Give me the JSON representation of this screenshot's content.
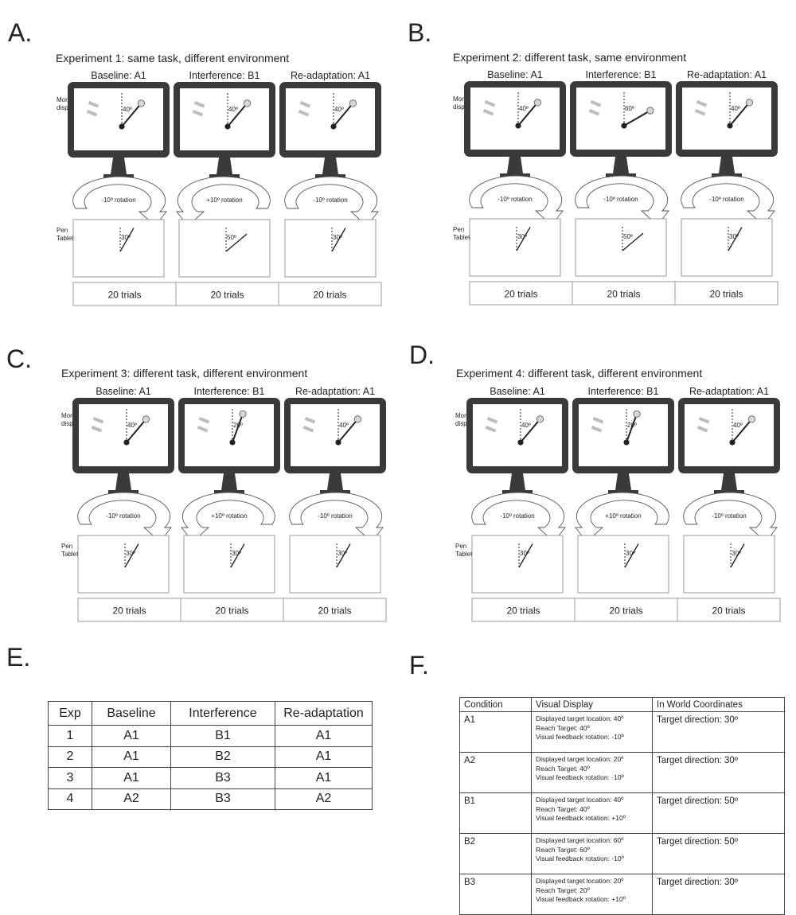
{
  "panels": [
    {
      "label": "A.",
      "title": "Experiment 1: same task, different environment",
      "monitor_label": [
        "Monitor",
        "display"
      ],
      "tablet_label": [
        "Pen",
        "Tablet"
      ],
      "conditions": [
        {
          "name": "Baseline: A1",
          "display_angle_label": "40º",
          "rotation_label": "-10º rotation",
          "tablet_angle_label": "30º",
          "trials_label": "20 trials"
        },
        {
          "name": "Interference: B1",
          "display_angle_label": "40º",
          "rotation_label": "+10º rotation",
          "tablet_angle_label": "50º",
          "trials_label": "20 trials"
        },
        {
          "name": "Re-adaptation: A1",
          "display_angle_label": "40º",
          "rotation_label": "-10º rotation",
          "tablet_angle_label": "30º",
          "trials_label": "20 trials"
        }
      ]
    },
    {
      "label": "B.",
      "title": "Experiment 2: different task, same environment",
      "monitor_label": [
        "Monitor",
        "display"
      ],
      "tablet_label": [
        "Pen",
        "Tablet"
      ],
      "conditions": [
        {
          "name": "Baseline: A1",
          "display_angle_label": "40º",
          "rotation_label": "-10º rotation",
          "tablet_angle_label": "30º",
          "trials_label": "20 trials"
        },
        {
          "name": "Interference: B1",
          "display_angle_label": "60º",
          "rotation_label": "-10º rotation",
          "tablet_angle_label": "50º",
          "trials_label": "20 trials"
        },
        {
          "name": "Re-adaptation: A1",
          "display_angle_label": "40º",
          "rotation_label": "-10º rotation",
          "tablet_angle_label": "30º",
          "trials_label": "20 trials"
        }
      ]
    },
    {
      "label": "C.",
      "title": "Experiment 3: different task, different environment",
      "monitor_label": [
        "Monitor",
        "display"
      ],
      "tablet_label": [
        "Pen",
        "Tablet"
      ],
      "conditions": [
        {
          "name": "Baseline: A1",
          "display_angle_label": "40º",
          "rotation_label": "-10º rotation",
          "tablet_angle_label": "30º",
          "trials_label": "20 trials"
        },
        {
          "name": "Interference: B1",
          "display_angle_label": "20º",
          "rotation_label": "+10º rotation",
          "tablet_angle_label": "30º",
          "trials_label": "20 trials"
        },
        {
          "name": "Re-adaptation: A1",
          "display_angle_label": "40º",
          "rotation_label": "-10º rotation",
          "tablet_angle_label": "30º",
          "trials_label": "20 trials"
        }
      ]
    },
    {
      "label": "D.",
      "title": "Experiment 4: different task, different environment",
      "monitor_label": [
        "Monitor",
        "display"
      ],
      "tablet_label": [
        "Pen",
        "Tablet"
      ],
      "conditions": [
        {
          "name": "Baseline: A1",
          "display_angle_label": "40º",
          "rotation_label": "-10º rotation",
          "tablet_angle_label": "30º",
          "trials_label": "20 trials"
        },
        {
          "name": "Interference: B1",
          "display_angle_label": "20º",
          "rotation_label": "+10º rotation",
          "tablet_angle_label": "30º",
          "trials_label": "20 trials"
        },
        {
          "name": "Re-adaptation: A1",
          "display_angle_label": "40º",
          "rotation_label": "-10º rotation",
          "tablet_angle_label": "30º",
          "trials_label": "20 trials"
        }
      ]
    }
  ],
  "panel_e": {
    "label": "E.",
    "headers": [
      "Exp",
      "Baseline",
      "Interference",
      "Re-adaptation"
    ],
    "rows": [
      [
        "1",
        "A1",
        "B1",
        "A1"
      ],
      [
        "2",
        "A1",
        "B2",
        "A1"
      ],
      [
        "3",
        "A1",
        "B3",
        "A1"
      ],
      [
        "4",
        "A2",
        "B3",
        "A2"
      ]
    ]
  },
  "panel_f": {
    "label": "F.",
    "headers": [
      "Condition",
      "Visual Display",
      "In World Coordinates"
    ],
    "rows": [
      {
        "condition": "A1",
        "visual": [
          "Displayed target location: 40º",
          "Reach Target: 40º",
          "Visual feedback rotation: -10º"
        ],
        "world": "Target direction: 30º"
      },
      {
        "condition": "A2",
        "visual": [
          "Displayed target location: 20º",
          "Reach Target: 40º",
          "Visual feedback rotation: -10º"
        ],
        "world": "Target direction: 30º"
      },
      {
        "condition": "B1",
        "visual": [
          "Displayed target location: 40º",
          "Reach Target: 40º",
          "Visual feedback rotation: +10º"
        ],
        "world": "Target direction: 50º"
      },
      {
        "condition": "B2",
        "visual": [
          "Displayed target location: 60º",
          "Reach Target: 60º",
          "Visual feedback rotation: -10º"
        ],
        "world": "Target direction: 50º"
      },
      {
        "condition": "B3",
        "visual": [
          "Displayed target location: 20º",
          "Reach Target: 20º",
          "Visual feedback rotation: +10º"
        ],
        "world": "Target direction: 30º"
      }
    ]
  },
  "colors": {
    "monitor": "#3a3a3a",
    "target_fill": "#d6d6d6",
    "line": "#222222",
    "box_border": "#9a9a9a"
  }
}
